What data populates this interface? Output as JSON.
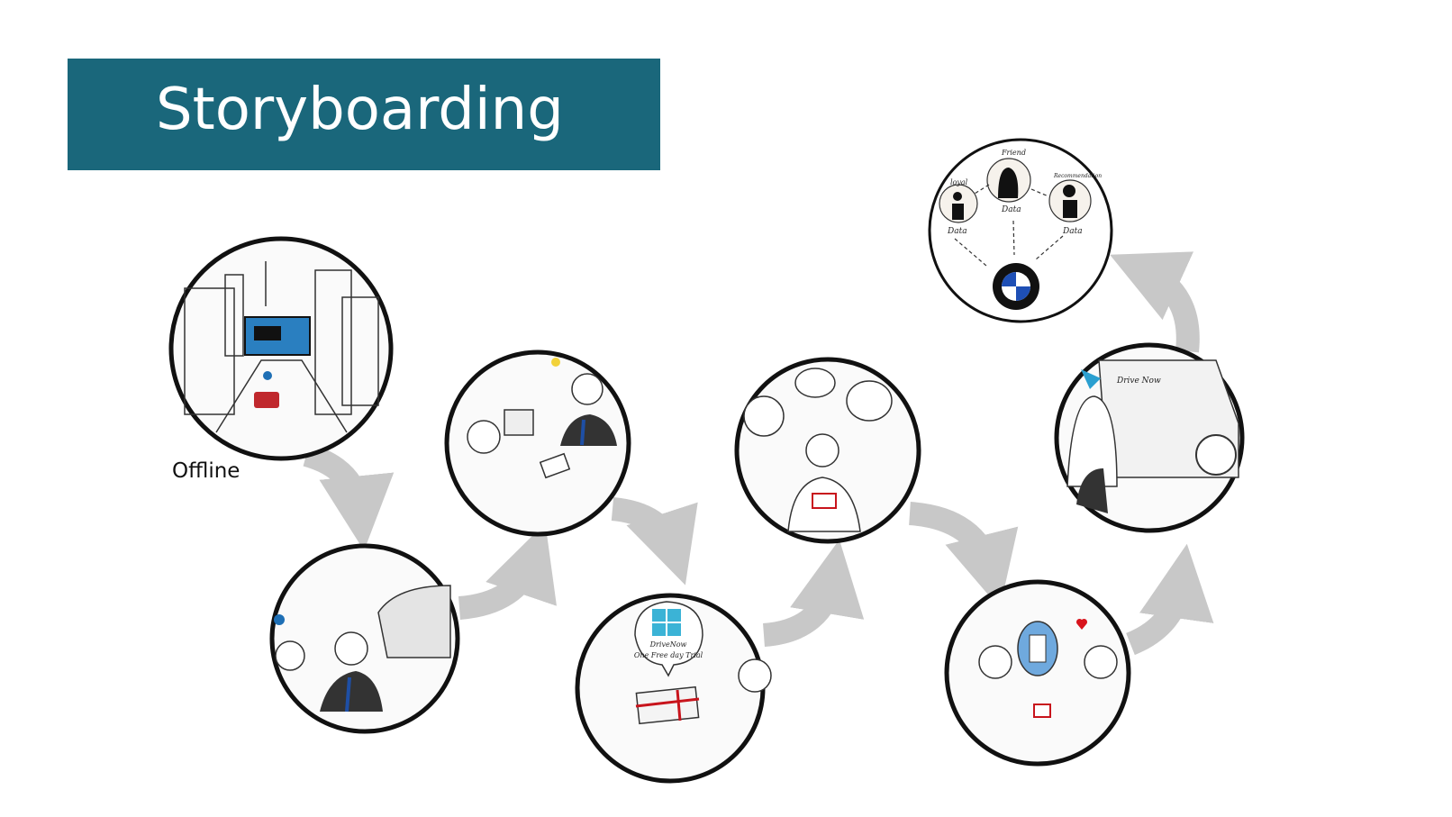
{
  "slide": {
    "title": "Storyboarding",
    "label_offline": "Offline",
    "accent_color": "#1a677b",
    "arrow_color": "#c8c8c8"
  },
  "panels": [
    {
      "scene": "city-street-billboard"
    },
    {
      "scene": "car-dealer-greeting"
    },
    {
      "scene": "desk-consultation"
    },
    {
      "scene": "gift-card-handover",
      "speech": [
        "DriveNow",
        "One Free day Trial"
      ]
    },
    {
      "scene": "thinking-of-friends"
    },
    {
      "scene": "sharing-with-friend"
    },
    {
      "scene": "drive-now-car",
      "note": "Drive Now"
    },
    {
      "scene": "data-network",
      "labels": {
        "left": "loyal",
        "top": "Friend",
        "right": "Recommendation",
        "data": "Data"
      },
      "logo": "bmw-logo"
    }
  ]
}
